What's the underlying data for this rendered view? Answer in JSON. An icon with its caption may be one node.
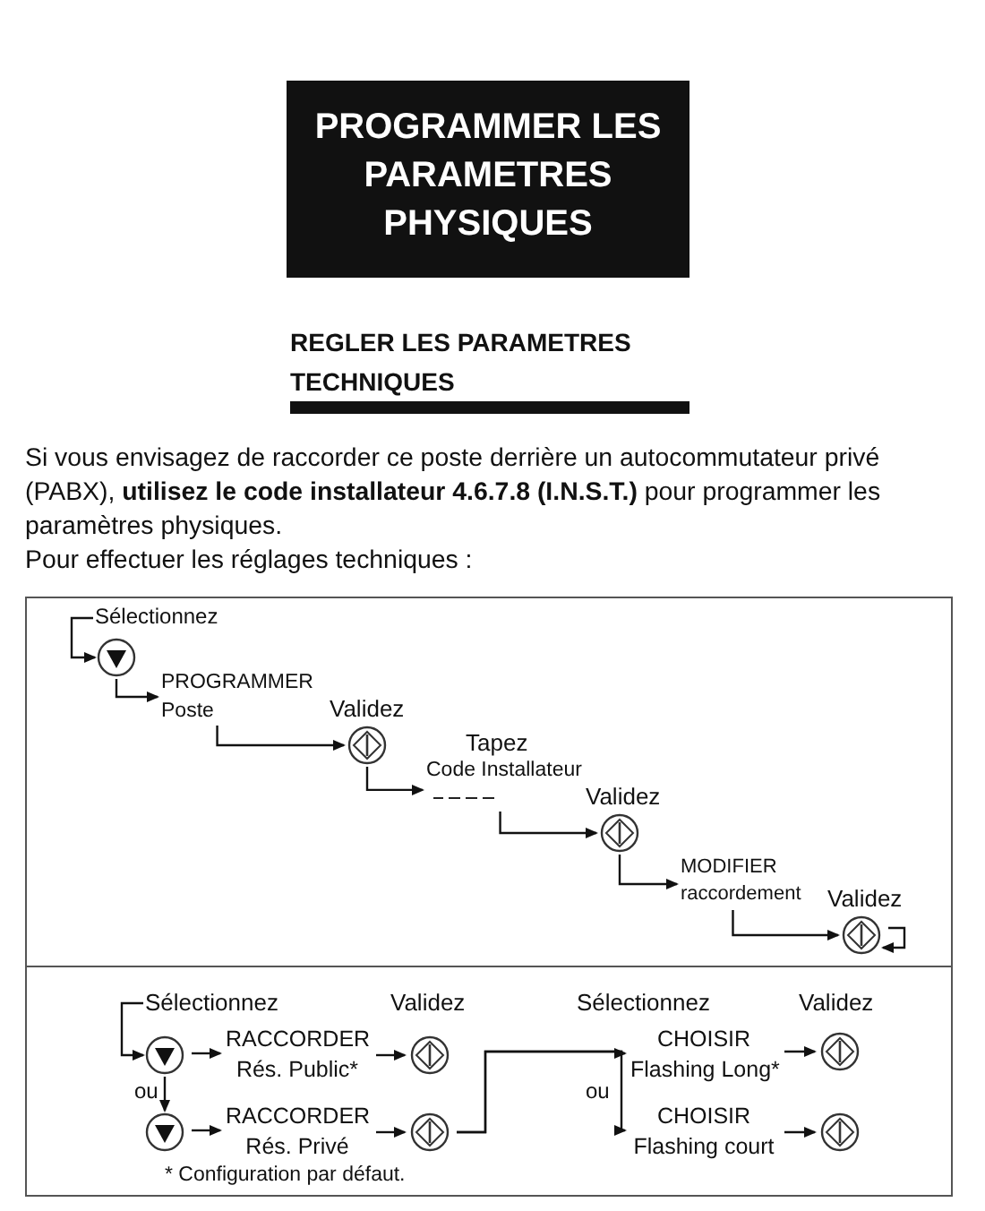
{
  "diagram": {
    "title": "PROGRAMMER LES PARAMETRES PHYSIQUES",
    "nodes": [
      {
        "text": [
          "Sélectionnez"
        ]
      },
      {
        "text": [],
        "shape": "circle"
      },
      {
        "text": [
          "PROGRAMMER",
          "Poste"
        ]
      },
      {
        "text": [],
        "shape": "circle",
        "beside": [
          "Validez"
        ]
      },
      {
        "text": [
          "Tapez",
          "Code Installateur"
        ]
      },
      {
        "text": [],
        "shape": "circle",
        "beside": [
          "Validez"
        ]
      },
      {
        "text": [
          "MODIFIER",
          "raccordement"
        ]
      },
      {
        "text": [],
        "shape": "circle",
        "beside": [
          "Validez"
        ]
      },
      {
        "text": [
          "Sélectionnez"
        ]
      },
      {
        "text": [],
        "shape": "circle"
      },
      {
        "text": [
          "RACCORDER",
          "Rés. Public*"
        ]
      },
      {
        "text": [],
        "shape": "circle",
        "beside": [
          "Validez"
        ]
      },
      {
        "text": [],
        "shape": "circle"
      },
      {
        "text": [
          "RACCORDER",
          "Rés. Privé"
        ]
      },
      {
        "text": [],
        "shape": "circle"
      },
      {
        "text": [
          "CHOISIR",
          "Flashing Long*"
        ]
      },
      {
        "text": [],
        "shape": "circle",
        "beside": [
          "Validez"
        ]
      },
      {
        "text": [
          "CHOISIR",
          "Flashing court"
        ]
      },
      {
        "text": [],
        "shape": "circle"
      }
    ],
    "edges": [
      {
        "from": 0,
        "to": 1,
        "arrow": "to"
      },
      {
        "from": 1,
        "to": 2,
        "arrow": "to"
      },
      {
        "from": 2,
        "to": 3,
        "arrow": "to"
      },
      {
        "from": 3,
        "to": 4,
        "arrow": "to"
      },
      {
        "from": 4,
        "to": 5,
        "arrow": "to"
      },
      {
        "from": 5,
        "to": 6,
        "arrow": "to"
      },
      {
        "from": 6,
        "to": 7,
        "arrow": "to"
      },
      {
        "from": null,
        "to": 7,
        "arrow": "to"
      },
      {
        "from": 8,
        "to": 9,
        "arrow": "to"
      },
      {
        "from": 9,
        "to": 10,
        "arrow": "to"
      },
      {
        "from": 10,
        "to": 11,
        "arrow": "to"
      },
      {
        "from": 9,
        "to": 12,
        "arrow": "to",
        "label": "ou"
      },
      {
        "from": 12,
        "to": 13,
        "arrow": "to"
      },
      {
        "from": 13,
        "to": 14,
        "arrow": "to"
      },
      {
        "from": 14,
        "to": 15,
        "arrow": "to"
      },
      {
        "from": 14,
        "to": 17,
        "arrow": "to",
        "label": "ou"
      },
      {
        "from": 15,
        "to": 16,
        "arrow": "to"
      },
      {
        "from": 17,
        "to": 18,
        "arrow": "to"
      }
    ],
    "labels": [
      "REGLER LES PARAMETRES TECHNIQUES",
      "Si vous envisagez de raccorder ce poste derrière un autocommutateur privé (PABX), **utilisez le code installateur 4.6.7.8 (I.N.S.T.)** pour programmer les paramètres physiques.",
      "Pour effectuer les réglages techniques :",
      "Sélectionnez",
      "* Configuration par défaut."
    ]
  }
}
